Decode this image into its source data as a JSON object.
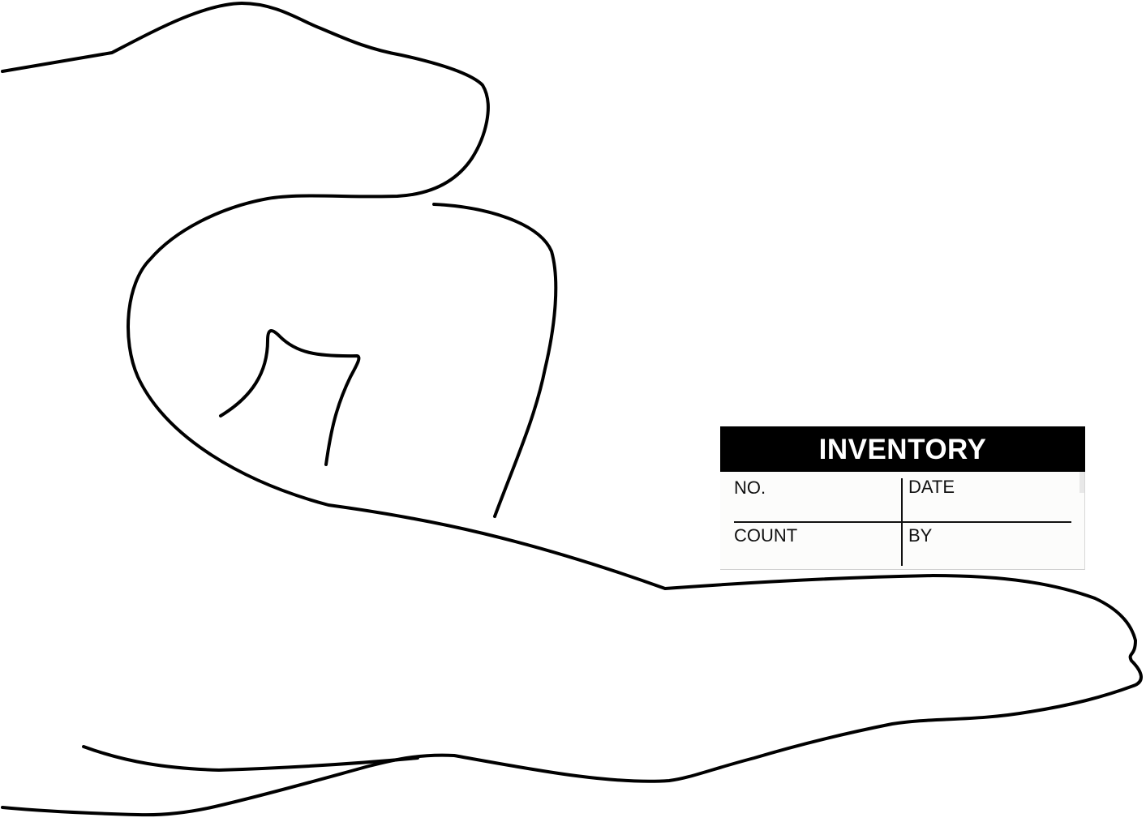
{
  "illustration": {
    "subject": "hand-outline-icon"
  },
  "label": {
    "title": "INVENTORY",
    "fields": {
      "number": "NO.",
      "date": "DATE",
      "count": "COUNT",
      "by": "BY"
    },
    "colors": {
      "header_background": "#000000",
      "header_text": "#ffffff",
      "body_background": "#fcfcfb",
      "ink": "#111111"
    }
  }
}
